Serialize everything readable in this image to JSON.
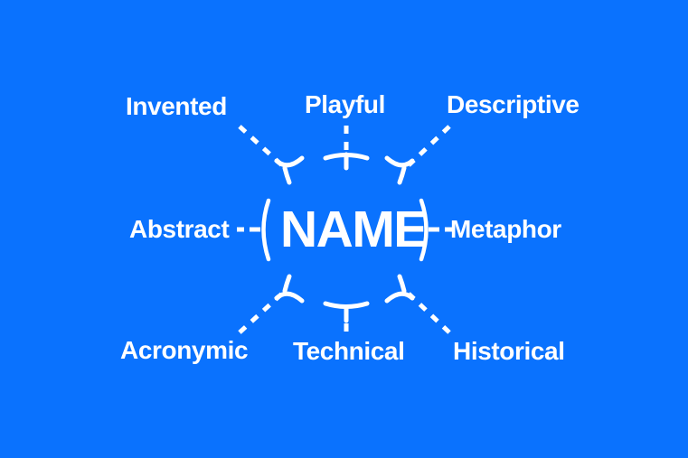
{
  "diagram": {
    "type": "mind-map",
    "title": "NAME",
    "background_color": "#0a72fe",
    "line_color": "#ffffff",
    "text_color": "#ffffff",
    "center": {
      "label": "NAME",
      "left_bracket": "{",
      "right_bracket": "}"
    },
    "branches": [
      {
        "id": "invented",
        "label": "Invented",
        "position": "top-left",
        "connector": "dashed-diagonal-fork"
      },
      {
        "id": "playful",
        "label": "Playful",
        "position": "top-center",
        "connector": "dashed-vertical-bar"
      },
      {
        "id": "descriptive",
        "label": "Descriptive",
        "position": "top-right",
        "connector": "dashed-diagonal-fork"
      },
      {
        "id": "abstract",
        "label": "Abstract",
        "position": "middle-left",
        "connector": "dash-dash-brace"
      },
      {
        "id": "metaphor",
        "label": "Metaphor",
        "position": "middle-right",
        "connector": "dash-dash-brace"
      },
      {
        "id": "acronymic",
        "label": "Acronymic",
        "position": "bottom-left",
        "connector": "dashed-diagonal-fork"
      },
      {
        "id": "technical",
        "label": "Technical",
        "position": "bottom-center",
        "connector": "dashed-vertical-bar"
      },
      {
        "id": "historical",
        "label": "Historical",
        "position": "bottom-right",
        "connector": "dashed-diagonal-fork"
      }
    ]
  }
}
